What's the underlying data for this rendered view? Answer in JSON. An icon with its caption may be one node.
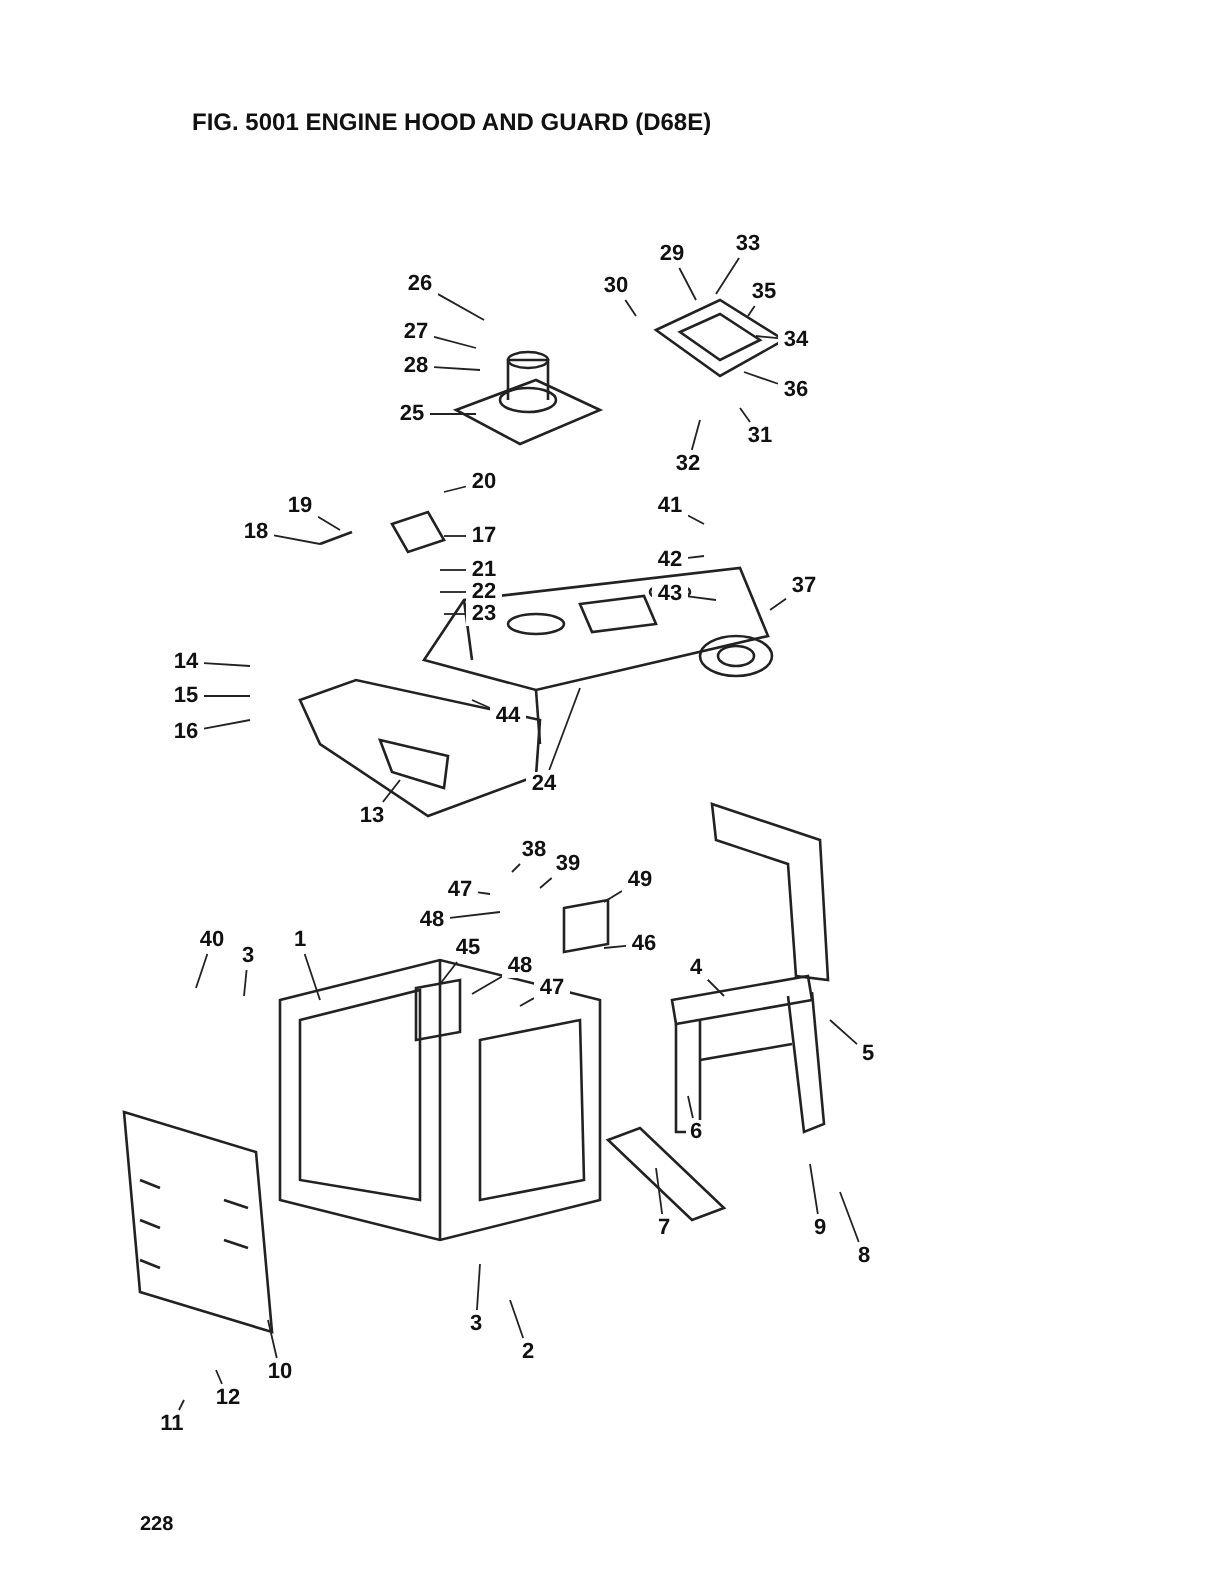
{
  "diagram": {
    "title": "FIG. 5001  ENGINE HOOD AND GUARD (D68E)",
    "nodes": [
      {
        "text": [
          "26"
        ]
      },
      {
        "text": [
          "27"
        ]
      },
      {
        "text": [
          "28"
        ]
      },
      {
        "text": [
          "25"
        ]
      },
      {
        "text": [
          "30"
        ]
      },
      {
        "text": [
          "29"
        ]
      },
      {
        "text": [
          "33"
        ]
      },
      {
        "text": [
          "35"
        ]
      },
      {
        "text": [
          "34"
        ]
      },
      {
        "text": [
          "36"
        ]
      },
      {
        "text": [
          "31"
        ]
      },
      {
        "text": [
          "32"
        ]
      },
      {
        "text": [
          "20"
        ]
      },
      {
        "text": [
          "19"
        ]
      },
      {
        "text": [
          "17"
        ]
      },
      {
        "text": [
          "18"
        ]
      },
      {
        "text": [
          "41"
        ]
      },
      {
        "text": [
          "42"
        ]
      },
      {
        "text": [
          "43"
        ]
      },
      {
        "text": [
          "21"
        ]
      },
      {
        "text": [
          "22"
        ]
      },
      {
        "text": [
          "23"
        ]
      },
      {
        "text": [
          "37"
        ]
      },
      {
        "text": [
          "14"
        ]
      },
      {
        "text": [
          "15"
        ]
      },
      {
        "text": [
          "16"
        ]
      },
      {
        "text": [
          "44"
        ]
      },
      {
        "text": [
          "24"
        ]
      },
      {
        "text": [
          "13"
        ]
      },
      {
        "text": [
          "38"
        ]
      },
      {
        "text": [
          "39"
        ]
      },
      {
        "text": [
          "49"
        ]
      },
      {
        "text": [
          "47"
        ]
      },
      {
        "text": [
          "48"
        ]
      },
      {
        "text": [
          "46"
        ]
      },
      {
        "text": [
          "40"
        ]
      },
      {
        "text": [
          "45"
        ]
      },
      {
        "text": [
          "3"
        ]
      },
      {
        "text": [
          "1"
        ]
      },
      {
        "text": [
          "48"
        ]
      },
      {
        "text": [
          "47"
        ]
      },
      {
        "text": [
          "4"
        ]
      },
      {
        "text": [
          "5"
        ]
      },
      {
        "text": [
          "6"
        ]
      },
      {
        "text": [
          "9"
        ]
      },
      {
        "text": [
          "7"
        ]
      },
      {
        "text": [
          "8"
        ]
      },
      {
        "text": [
          "3"
        ]
      },
      {
        "text": [
          "2"
        ]
      },
      {
        "text": [
          "10"
        ]
      },
      {
        "text": [
          "12"
        ]
      },
      {
        "text": [
          "11"
        ]
      }
    ],
    "edges": [
      {
        "from": 0,
        "to": null,
        "arrow": "none"
      },
      {
        "from": 1,
        "to": null,
        "arrow": "none"
      },
      {
        "from": 2,
        "to": null,
        "arrow": "none"
      },
      {
        "from": 3,
        "to": null,
        "arrow": "none"
      },
      {
        "from": 4,
        "to": null,
        "arrow": "none"
      },
      {
        "from": 5,
        "to": null,
        "arrow": "none"
      },
      {
        "from": 6,
        "to": null,
        "arrow": "none"
      },
      {
        "from": 7,
        "to": null,
        "arrow": "none"
      },
      {
        "from": 8,
        "to": null,
        "arrow": "none"
      },
      {
        "from": 9,
        "to": null,
        "arrow": "none"
      },
      {
        "from": 10,
        "to": null,
        "arrow": "none"
      },
      {
        "from": 11,
        "to": null,
        "arrow": "none"
      },
      {
        "from": 12,
        "to": null,
        "arrow": "none"
      },
      {
        "from": 13,
        "to": null,
        "arrow": "none"
      },
      {
        "from": 14,
        "to": null,
        "arrow": "none"
      },
      {
        "from": 15,
        "to": null,
        "arrow": "none"
      },
      {
        "from": 16,
        "to": null,
        "arrow": "none"
      },
      {
        "from": 17,
        "to": null,
        "arrow": "none"
      },
      {
        "from": 18,
        "to": null,
        "arrow": "none"
      },
      {
        "from": 19,
        "to": null,
        "arrow": "none"
      },
      {
        "from": 20,
        "to": null,
        "arrow": "none"
      },
      {
        "from": 21,
        "to": null,
        "arrow": "none"
      },
      {
        "from": 22,
        "to": null,
        "arrow": "none"
      },
      {
        "from": 23,
        "to": null,
        "arrow": "none"
      },
      {
        "from": 24,
        "to": null,
        "arrow": "none"
      },
      {
        "from": 25,
        "to": null,
        "arrow": "none"
      },
      {
        "from": 26,
        "to": null,
        "arrow": "none"
      },
      {
        "from": 27,
        "to": null,
        "arrow": "none"
      },
      {
        "from": 28,
        "to": null,
        "arrow": "none"
      },
      {
        "from": 29,
        "to": null,
        "arrow": "none"
      },
      {
        "from": 30,
        "to": null,
        "arrow": "none"
      },
      {
        "from": 31,
        "to": null,
        "arrow": "none"
      },
      {
        "from": 32,
        "to": null,
        "arrow": "none"
      },
      {
        "from": 33,
        "to": null,
        "arrow": "none"
      },
      {
        "from": 34,
        "to": null,
        "arrow": "none"
      },
      {
        "from": 35,
        "to": null,
        "arrow": "none"
      },
      {
        "from": 36,
        "to": null,
        "arrow": "none"
      },
      {
        "from": 37,
        "to": null,
        "arrow": "none"
      },
      {
        "from": 38,
        "to": null,
        "arrow": "none"
      },
      {
        "from": 39,
        "to": null,
        "arrow": "none"
      },
      {
        "from": 40,
        "to": null,
        "arrow": "none"
      },
      {
        "from": 41,
        "to": null,
        "arrow": "none"
      },
      {
        "from": 42,
        "to": null,
        "arrow": "none"
      },
      {
        "from": 43,
        "to": null,
        "arrow": "none"
      },
      {
        "from": 44,
        "to": null,
        "arrow": "none"
      },
      {
        "from": 45,
        "to": null,
        "arrow": "none"
      },
      {
        "from": 46,
        "to": null,
        "arrow": "none"
      },
      {
        "from": 47,
        "to": null,
        "arrow": "none"
      },
      {
        "from": 48,
        "to": null,
        "arrow": "none"
      },
      {
        "from": 49,
        "to": null,
        "arrow": "none"
      },
      {
        "from": 50,
        "to": null,
        "arrow": "none"
      },
      {
        "from": 51,
        "to": null,
        "arrow": "none"
      }
    ],
    "labels": [
      "228"
    ]
  }
}
